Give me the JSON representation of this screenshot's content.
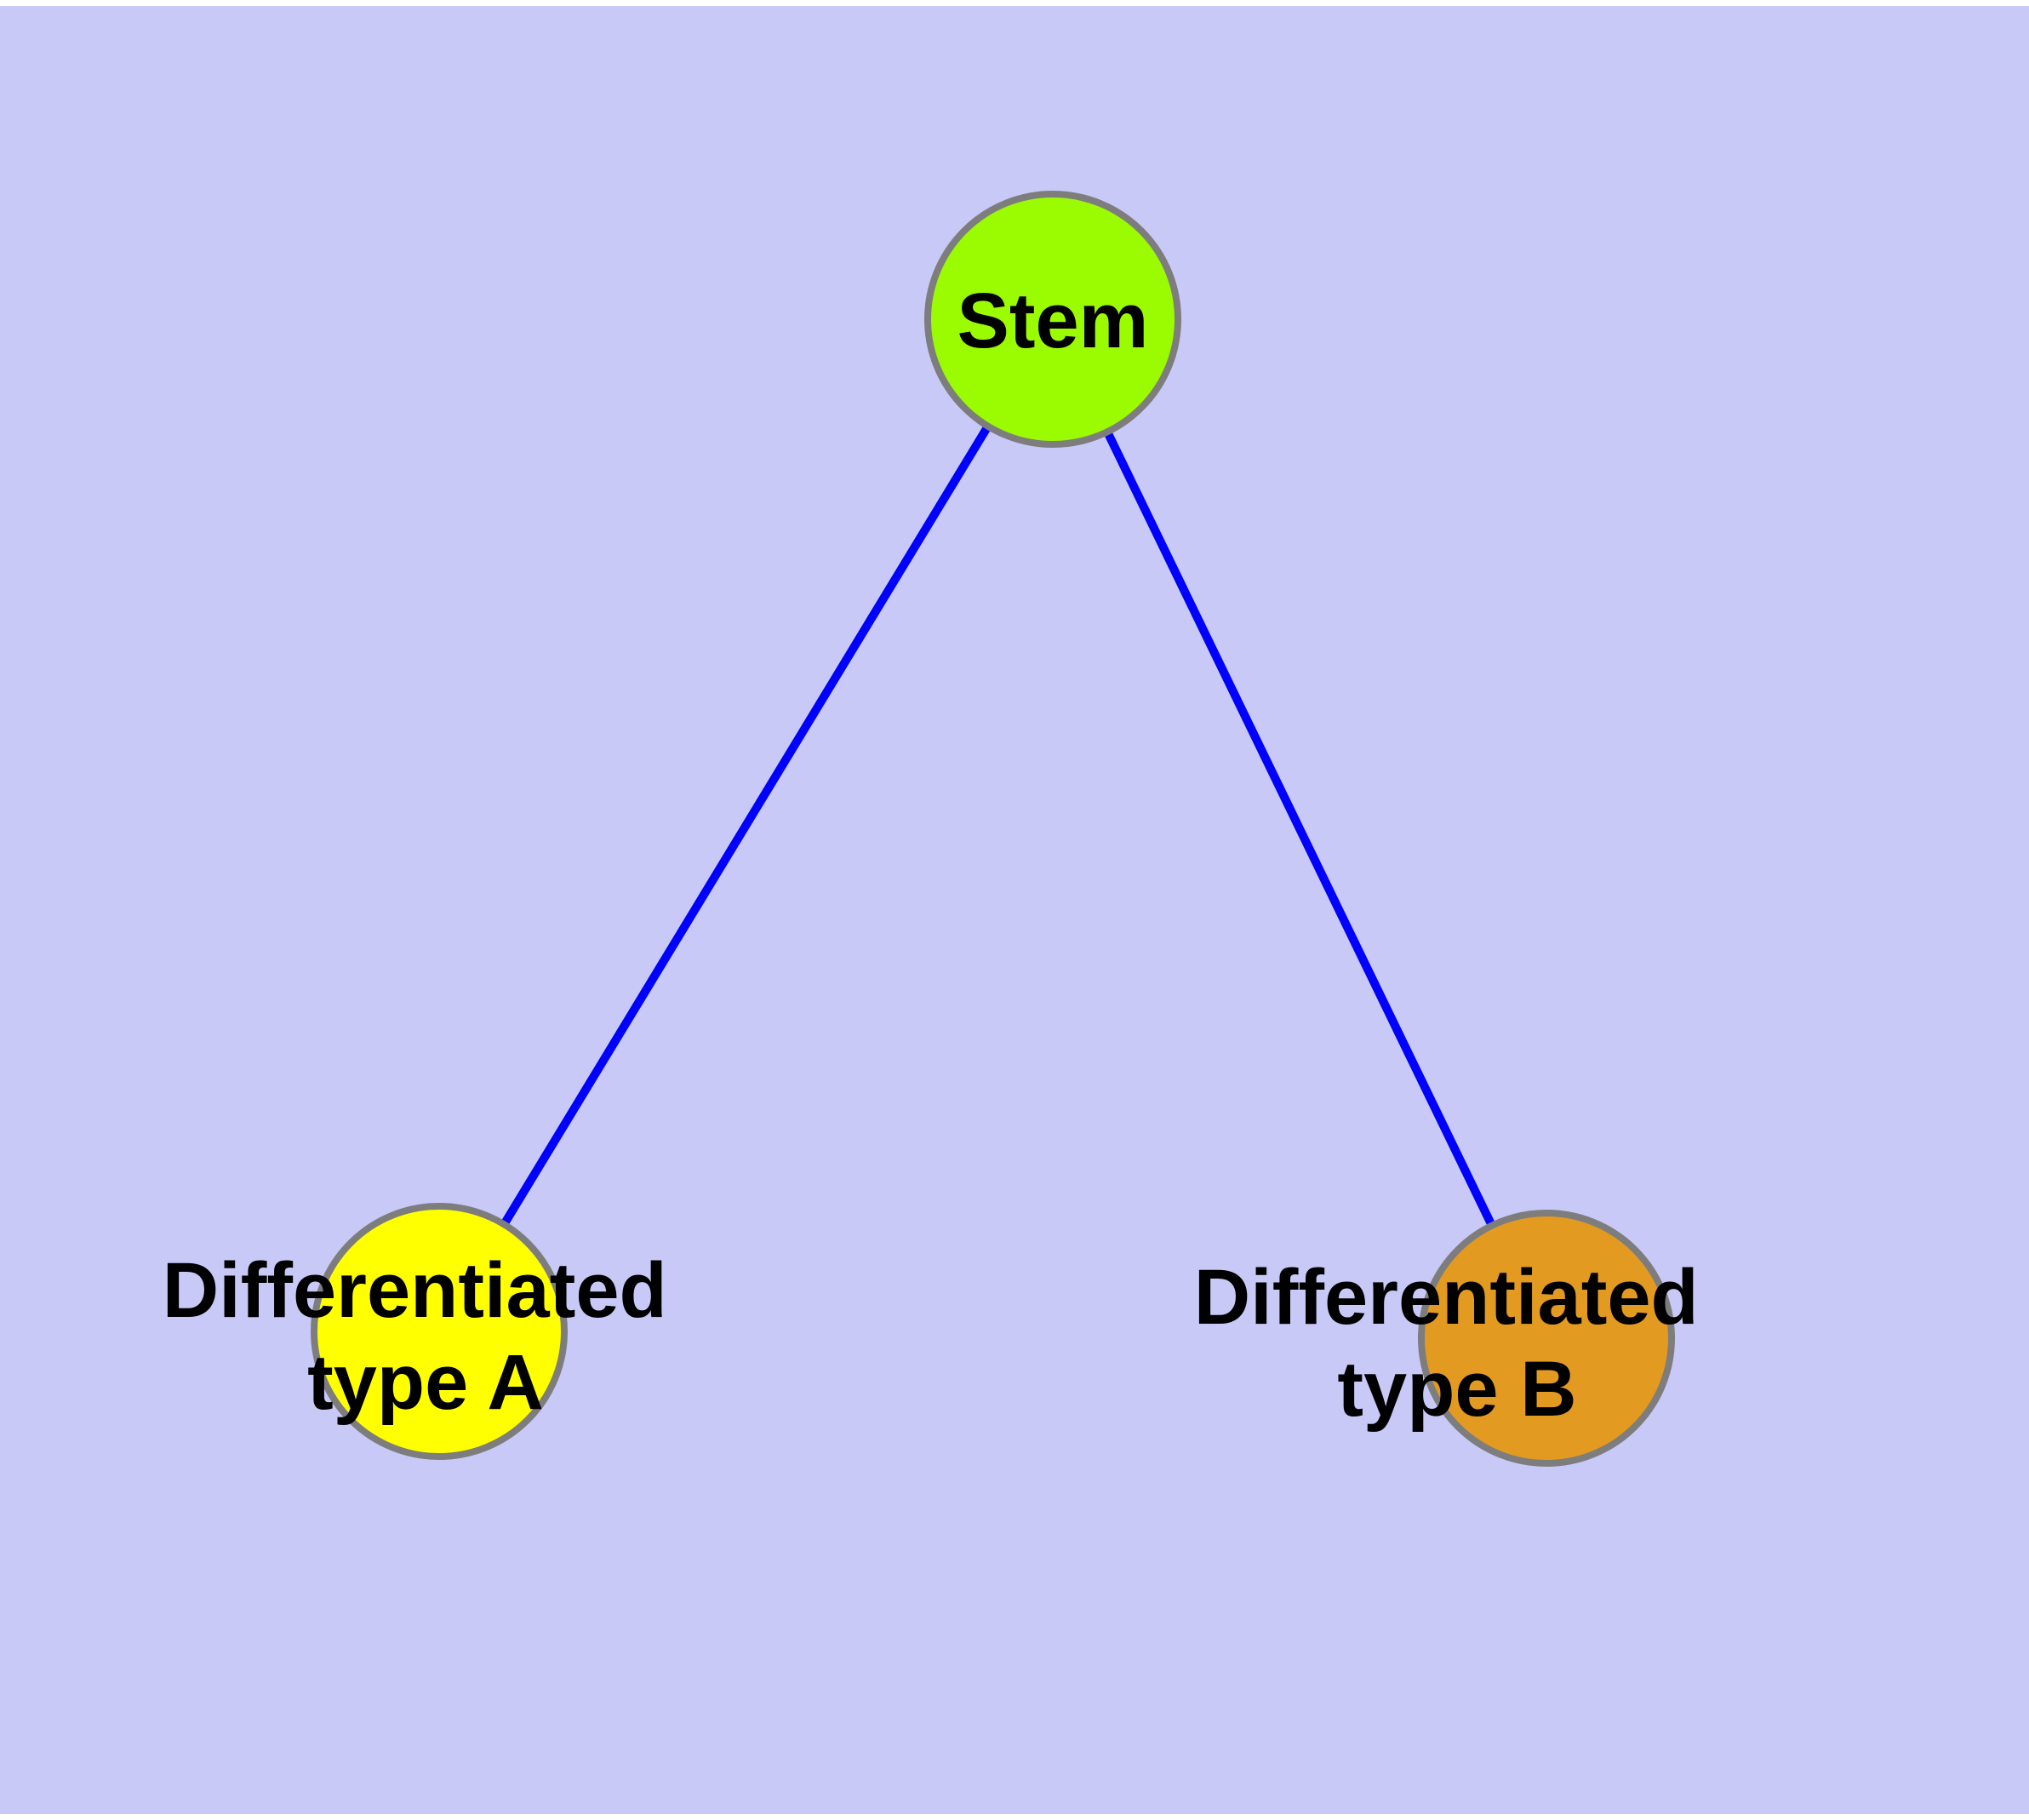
{
  "diagram": {
    "type": "node-link-graph",
    "background_color": "#C9C9F8",
    "margin_color": "#FFFFFF",
    "edge_color": "#0000FF",
    "node_border_color": "#7D7D7D",
    "label_color": "#000000",
    "nodes": [
      {
        "id": "stem",
        "label": "Stem",
        "color": "#9BFB00"
      },
      {
        "id": "differentiated-type-a",
        "label": "Differentiated type A",
        "label_line1": "Differentiated",
        "label_line2": "type A",
        "color": "#FFFF00"
      },
      {
        "id": "differentiated-type-b",
        "label": "Differentiated type B",
        "label_line1": "Differentiated",
        "label_line2": "type B",
        "color": "#E39A21"
      }
    ],
    "edges": [
      {
        "from": "Stem",
        "to": "Differentiated type A"
      },
      {
        "from": "Stem",
        "to": "Differentiated type B"
      }
    ]
  }
}
